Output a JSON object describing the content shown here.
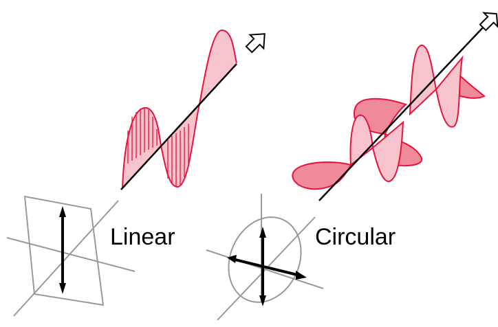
{
  "labels": {
    "linear": "Linear",
    "circular": "Circular"
  },
  "colors": {
    "wave_stroke": "#e8123c",
    "wave_fill": "#f7c3cc",
    "wave_fill_dark": "#ee8a99",
    "axis": "#000000",
    "frame": "#999999"
  },
  "icons": {
    "propagation_left": "hollow-arrow-up-right",
    "propagation_right": "hollow-arrow-up-right"
  }
}
